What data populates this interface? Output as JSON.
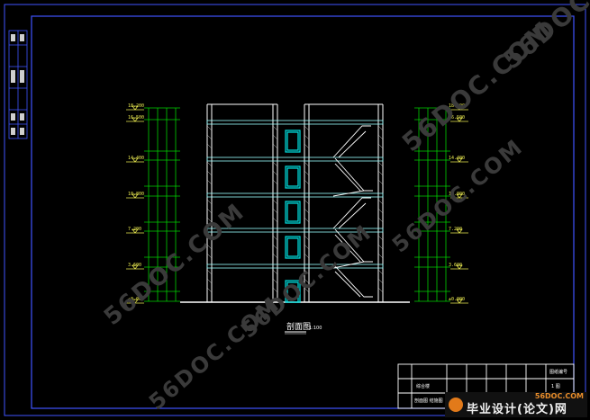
{
  "watermarks": [
    "56DOC.COM",
    "56DOC.C",
    "56DOC.COM",
    "56DOC.COM",
    "56DOC.COM",
    "56DOC.COM"
  ],
  "drawing": {
    "section_title": "剖面图",
    "section_scale": "1:100",
    "left_levels": [
      "18.200",
      "16.500",
      "14.400",
      "10.800",
      "7.200",
      "3.600",
      "±0.000"
    ],
    "right_levels": [
      "18.200",
      "16.500",
      "14.400",
      "10.800",
      "7.200",
      "3.600",
      "±0.000"
    ]
  },
  "title_block": {
    "drawing_no": "图纸编号",
    "sheet": "1 图",
    "project": "综合楼",
    "content": "剖面图 结施图"
  },
  "logo": {
    "site": "56DOC.COM",
    "name": "毕业设计(论文)网"
  },
  "colors": {
    "background": "#000000",
    "frame": "#3f54ff",
    "walls": "#ffffff",
    "windows": "#00e5e5",
    "dimensions": "#00d000",
    "levels": "#e8e850"
  }
}
